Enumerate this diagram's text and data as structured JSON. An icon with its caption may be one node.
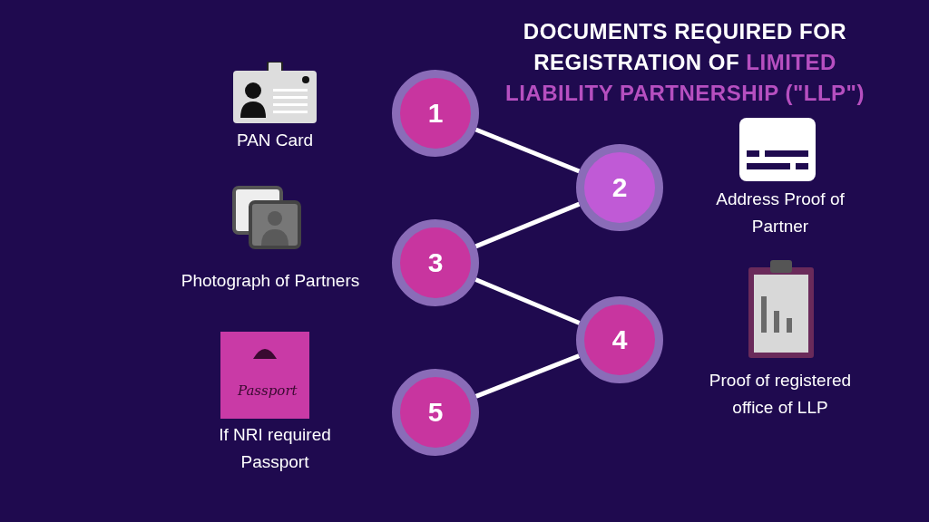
{
  "diagram": {
    "title": "DOCUMENTS REQUIRED FOR REGISTRATION OF *LIMITED LIABILITY PARTNERSHIP (\"LLP\")*",
    "nodes": [
      {
        "text": [
          "1"
        ]
      },
      {
        "text": [
          "2"
        ],
        "beside": [
          "Address Proof of Partner"
        ]
      },
      {
        "text": [
          "3"
        ],
        "beside": [
          "Photograph of Partners"
        ]
      },
      {
        "text": [
          "4"
        ],
        "beside": [
          "Proof of registered office of LLP"
        ]
      },
      {
        "text": [
          "5"
        ],
        "beside": [
          "If NRI required Passport"
        ]
      }
    ],
    "edges": [
      {
        "from": 0,
        "to": 1,
        "arrow": "none"
      },
      {
        "from": 1,
        "to": 2,
        "arrow": "none"
      },
      {
        "from": 2,
        "to": 3,
        "arrow": "none"
      },
      {
        "from": 3,
        "to": 4,
        "arrow": "none"
      }
    ],
    "labels": [
      "PAN Card",
      "Passport"
    ]
  }
}
